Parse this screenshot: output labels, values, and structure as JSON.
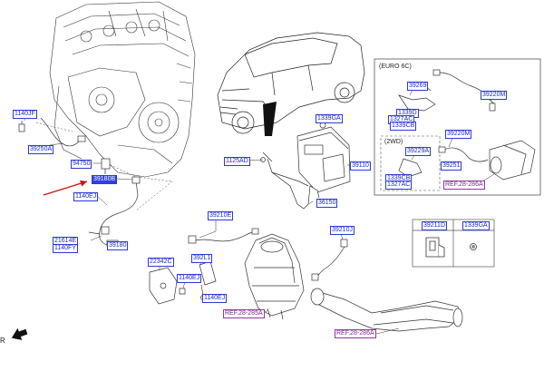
{
  "labels": {
    "p1140jf": "1140JF",
    "p39250a": "39250A",
    "p94750": "94750",
    "p39180b": "39180B",
    "p1140ej_a": "1140EJ",
    "p21614e": "21614E",
    "p1140fy": "1140FY",
    "p39180": "39180",
    "p1125ad": "1125AD",
    "p1339ga_a": "1339GA",
    "p39110": "39110",
    "p36150": "36150",
    "p39210e": "39210E",
    "p22342c": "22342C",
    "p392l1": "392L1",
    "p1140ej_b": "1140EJ",
    "p1140ej_c": "1140EJ",
    "p39210j": "39210J",
    "p39269": "39269",
    "p1339d": "1339D",
    "p1327ac_a": "1327AC",
    "p1339cb_a": "1339CB",
    "p39220m_a": "39220M",
    "p39220m_b": "39220M",
    "p39229a": "39229A",
    "p1339cb_b": "1339CB",
    "p1327ac_b": "1327AC",
    "p39251": "39251",
    "p39211d": "39211D",
    "p1339ga_b": "1339GA"
  },
  "refs": {
    "r1": "REF.28-286A",
    "r2": "REF.28-285A",
    "r3": "REF.28-286A"
  },
  "inset": {
    "euro_title": "(EURO 6C)",
    "twod_title": "(2WD)"
  },
  "corner_mark": "R"
}
